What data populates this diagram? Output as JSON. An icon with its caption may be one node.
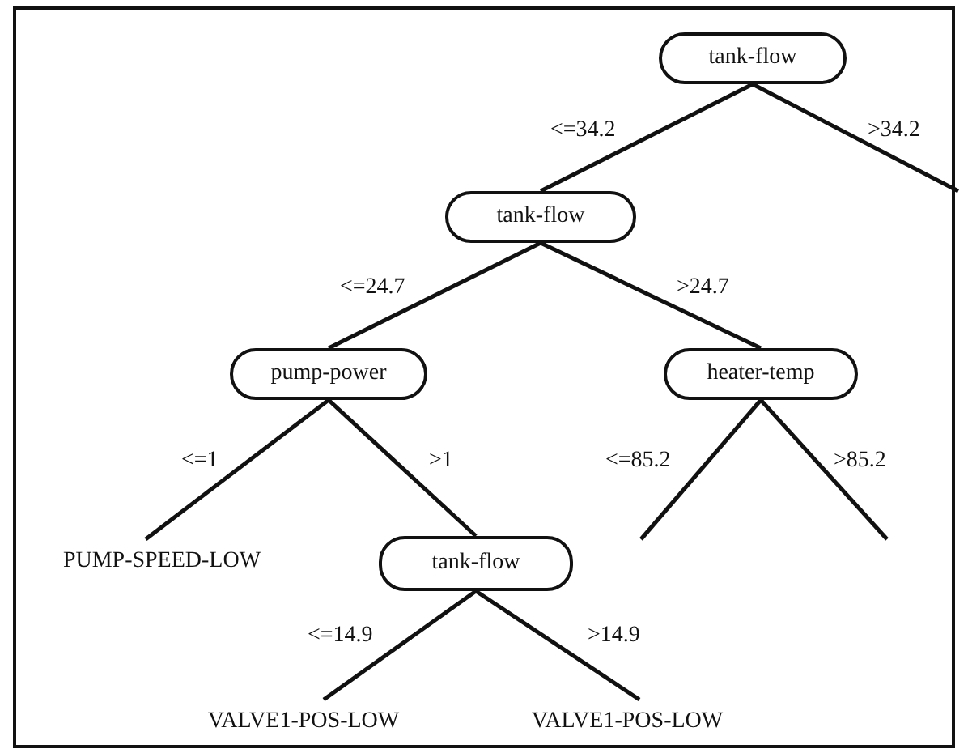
{
  "diagram": {
    "nodes": [
      {
        "text": [
          "tank-flow"
        ]
      },
      {
        "text": [
          "tank-flow"
        ]
      },
      {
        "text": [
          "pump-power"
        ]
      },
      {
        "text": [
          "heater-temp"
        ]
      },
      {
        "text": [
          "PUMP-SPEED-LOW"
        ]
      },
      {
        "text": [
          "tank-flow"
        ]
      },
      {
        "text": [
          "VALVE1-POS-LOW"
        ]
      },
      {
        "text": [
          "VALVE1-POS-LOW"
        ]
      }
    ],
    "edges": [
      {
        "from": 0,
        "to": 1,
        "arrow": "none",
        "label": "<=34.2"
      },
      {
        "from": 0,
        "to": null,
        "arrow": "none",
        "label": ">34.2"
      },
      {
        "from": 1,
        "to": 2,
        "arrow": "none",
        "label": "<=24.7"
      },
      {
        "from": 1,
        "to": 3,
        "arrow": "none",
        "label": ">24.7"
      },
      {
        "from": 2,
        "to": 4,
        "arrow": "none",
        "label": "<=1"
      },
      {
        "from": 2,
        "to": 5,
        "arrow": "none",
        "label": ">1"
      },
      {
        "from": 3,
        "to": null,
        "arrow": "none",
        "label": "<=85.2"
      },
      {
        "from": 3,
        "to": null,
        "arrow": "none",
        "label": ">85.2"
      },
      {
        "from": 5,
        "to": 6,
        "arrow": "none",
        "label": "<=14.9"
      },
      {
        "from": 5,
        "to": 7,
        "arrow": "none",
        "label": ">14.9"
      }
    ]
  }
}
